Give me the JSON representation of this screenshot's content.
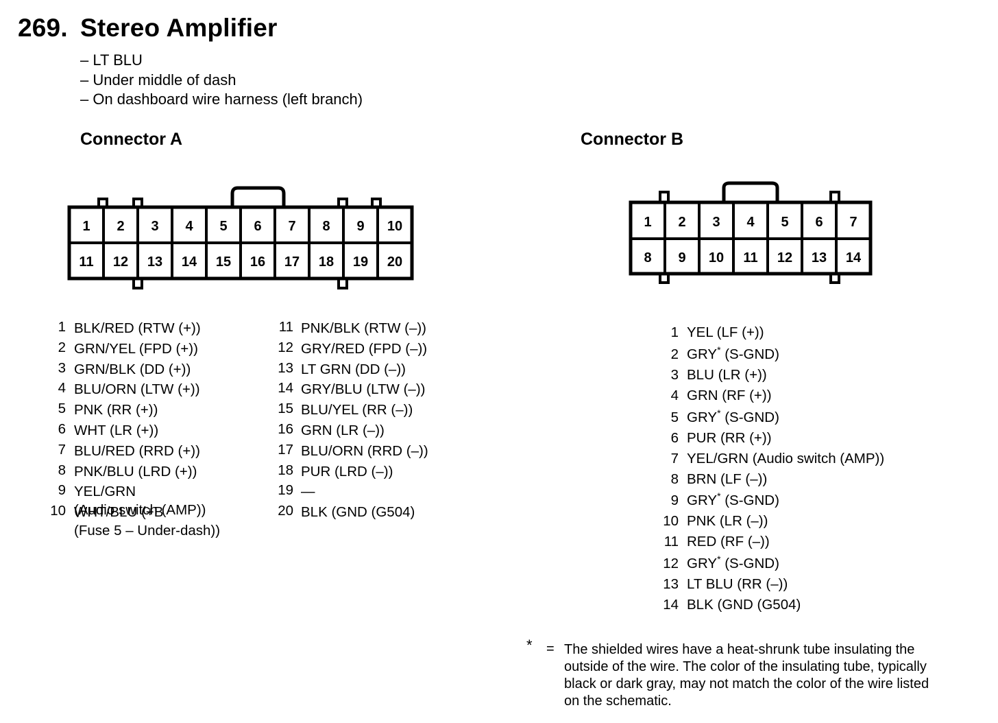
{
  "title": {
    "number": "269.",
    "text": "Stereo Amplifier"
  },
  "notes": [
    "– LT BLU",
    "– Under middle of dash",
    "– On dashboard wire harness (left branch)"
  ],
  "connector_a": {
    "label": "Connector A",
    "top_row": [
      "1",
      "2",
      "3",
      "4",
      "5",
      "6",
      "7",
      "8",
      "9",
      "10"
    ],
    "bottom_row": [
      "11",
      "12",
      "13",
      "14",
      "15",
      "16",
      "17",
      "18",
      "19",
      "20"
    ],
    "pins_col1": [
      {
        "n": "1",
        "lines": [
          "BLK/RED (RTW (+))"
        ]
      },
      {
        "n": "2",
        "lines": [
          "GRN/YEL (FPD (+))"
        ]
      },
      {
        "n": "3",
        "lines": [
          "GRN/BLK (DD (+))"
        ]
      },
      {
        "n": "4",
        "lines": [
          "BLU/ORN (LTW (+))"
        ]
      },
      {
        "n": "5",
        "lines": [
          "PNK (RR (+))"
        ]
      },
      {
        "n": "6",
        "lines": [
          "WHT (LR (+))"
        ]
      },
      {
        "n": "7",
        "lines": [
          "BLU/RED (RRD (+))"
        ]
      },
      {
        "n": "8",
        "lines": [
          "PNK/BLU (LRD (+))"
        ]
      },
      {
        "n": "9",
        "lines": [
          "YEL/GRN",
          "(Audio switch (AMP))"
        ]
      },
      {
        "n": "10",
        "lines": [
          "WHT/BLU (+B",
          "(Fuse 5 – Under-dash))"
        ]
      }
    ],
    "pins_col2": [
      {
        "n": "11",
        "lines": [
          "PNK/BLK (RTW (–))"
        ]
      },
      {
        "n": "12",
        "lines": [
          "GRY/RED (FPD (–))"
        ]
      },
      {
        "n": "13",
        "lines": [
          "LT GRN (DD (–))"
        ]
      },
      {
        "n": "14",
        "lines": [
          "GRY/BLU (LTW (–))"
        ]
      },
      {
        "n": "15",
        "lines": [
          "BLU/YEL (RR (–))"
        ]
      },
      {
        "n": "16",
        "lines": [
          "GRN (LR (–))"
        ]
      },
      {
        "n": "17",
        "lines": [
          "BLU/ORN (RRD (–))"
        ]
      },
      {
        "n": "18",
        "lines": [
          "PUR (LRD (–))"
        ]
      },
      {
        "n": "19",
        "lines": [
          "—"
        ]
      },
      {
        "n": "20",
        "lines": [
          "BLK (GND (G504)"
        ]
      }
    ]
  },
  "connector_b": {
    "label": "Connector B",
    "top_row": [
      "1",
      "2",
      "3",
      "4",
      "5",
      "6",
      "7"
    ],
    "bottom_row": [
      "8",
      "9",
      "10",
      "11",
      "12",
      "13",
      "14"
    ],
    "pins": [
      {
        "n": "1",
        "desc": "YEL (LF (+))",
        "shielded": false
      },
      {
        "n": "2",
        "desc": "GRY",
        "shielded": true,
        "suffix": " (S-GND)"
      },
      {
        "n": "3",
        "desc": "BLU (LR (+))",
        "shielded": false
      },
      {
        "n": "4",
        "desc": "GRN (RF (+))",
        "shielded": false
      },
      {
        "n": "5",
        "desc": "GRY",
        "shielded": true,
        "suffix": " (S-GND)"
      },
      {
        "n": "6",
        "desc": "PUR (RR (+))",
        "shielded": false
      },
      {
        "n": "7",
        "desc": "YEL/GRN (Audio switch (AMP))",
        "shielded": false
      },
      {
        "n": "8",
        "desc": "BRN (LF (–))",
        "shielded": false
      },
      {
        "n": "9",
        "desc": "GRY",
        "shielded": true,
        "suffix": " (S-GND)"
      },
      {
        "n": "10",
        "desc": "PNK (LR (–))",
        "shielded": false
      },
      {
        "n": "11",
        "desc": "RED (RF (–))",
        "shielded": false
      },
      {
        "n": "12",
        "desc": "GRY",
        "shielded": true,
        "suffix": " (S-GND)"
      },
      {
        "n": "13",
        "desc": "LT BLU (RR (–))",
        "shielded": false
      },
      {
        "n": "14",
        "desc": "BLK (GND (G504)",
        "shielded": false
      }
    ]
  },
  "footnote": {
    "star": "*",
    "equals": "=",
    "lines": [
      "The shielded wires have a heat-shrunk tube insulating the",
      "outside of the wire.  The color of the insulating tube, typically",
      "black or dark gray, may not match the color of the wire listed",
      "on the schematic."
    ]
  }
}
